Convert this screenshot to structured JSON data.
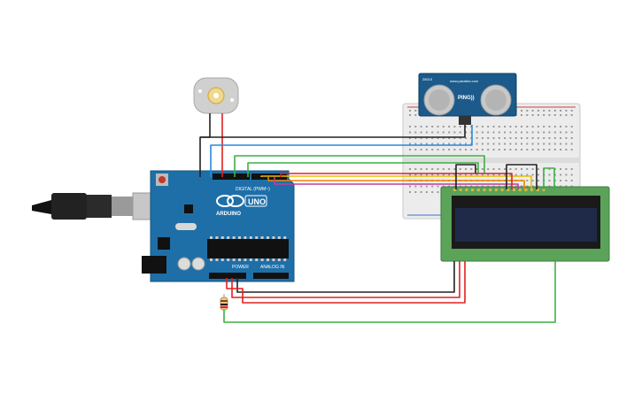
{
  "arduino": {
    "logo_text": "ARDUINO",
    "model_badge": "UNO",
    "digital_label": "DIGITAL (PWM~)",
    "power_label": "POWER",
    "analog_label": "ANALOG IN",
    "board_color": "#1e6fa8"
  },
  "sensor": {
    "label_line1": "PING))",
    "label_line2": "www.parallax.com",
    "model_small": "28015",
    "board_color": "#1b5a8a"
  },
  "lcd": {
    "board_color": "#5ca35a",
    "screen_color": "#1e2a48"
  },
  "breadboard": {
    "rail_red": "#d43c3c",
    "rail_blue": "#3c6cd4"
  },
  "wire_colors": {
    "black": "#222222",
    "red": "#e02020",
    "blue": "#2a8ad6",
    "green": "#3cb043",
    "yellow": "#e8c000",
    "orange": "#f08000",
    "magenta": "#c03ca0"
  },
  "icons": [
    "usb-cable-icon",
    "dc-motor-icon",
    "resistor-icon",
    "reset-button-icon"
  ]
}
